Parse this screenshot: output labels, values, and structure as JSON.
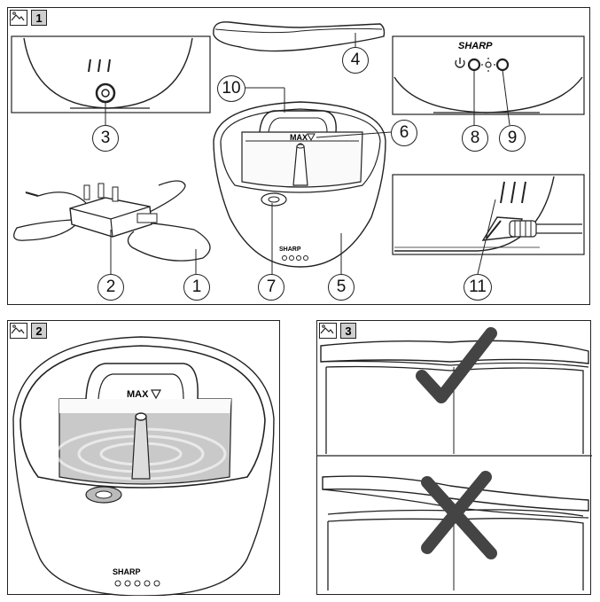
{
  "figures": [
    {
      "number": "1"
    },
    {
      "number": "2"
    },
    {
      "number": "3"
    }
  ],
  "callouts": [
    "1",
    "2",
    "3",
    "4",
    "5",
    "6",
    "7",
    "8",
    "9",
    "10",
    "11"
  ],
  "labels": {
    "brand": "SHARP",
    "max": "MAX"
  },
  "icons": [
    "image-icon",
    "power-icon",
    "light-icon",
    "check-mark-icon",
    "cross-mark-icon"
  ]
}
